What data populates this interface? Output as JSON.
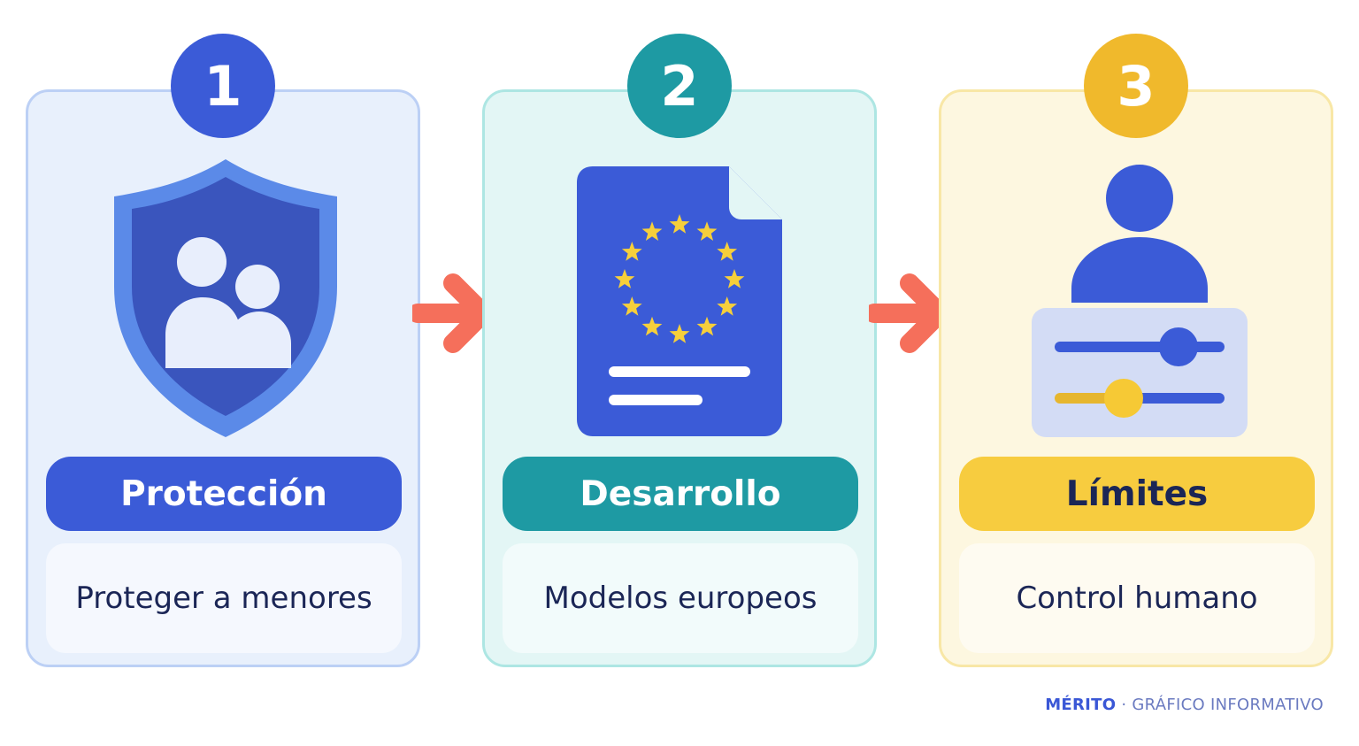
{
  "steps": [
    {
      "number": "1",
      "title": "Protección",
      "description": "Proteger a menores",
      "icon": "shield-family-icon"
    },
    {
      "number": "2",
      "title": "Desarrollo",
      "description": "Modelos europeos",
      "icon": "eu-document-icon"
    },
    {
      "number": "3",
      "title": "Límites",
      "description": "Control humano",
      "icon": "person-controls-icon"
    }
  ],
  "footer": {
    "brand": "MÉRITO",
    "separator": " · ",
    "text": "GRÁFICO INFORMATIVO"
  },
  "colors": {
    "step1": "#3b5bd7",
    "step2": "#1e9aa3",
    "step3": "#f4c535",
    "arrow": "#f56f5b",
    "text_dark": "#1b2656"
  }
}
